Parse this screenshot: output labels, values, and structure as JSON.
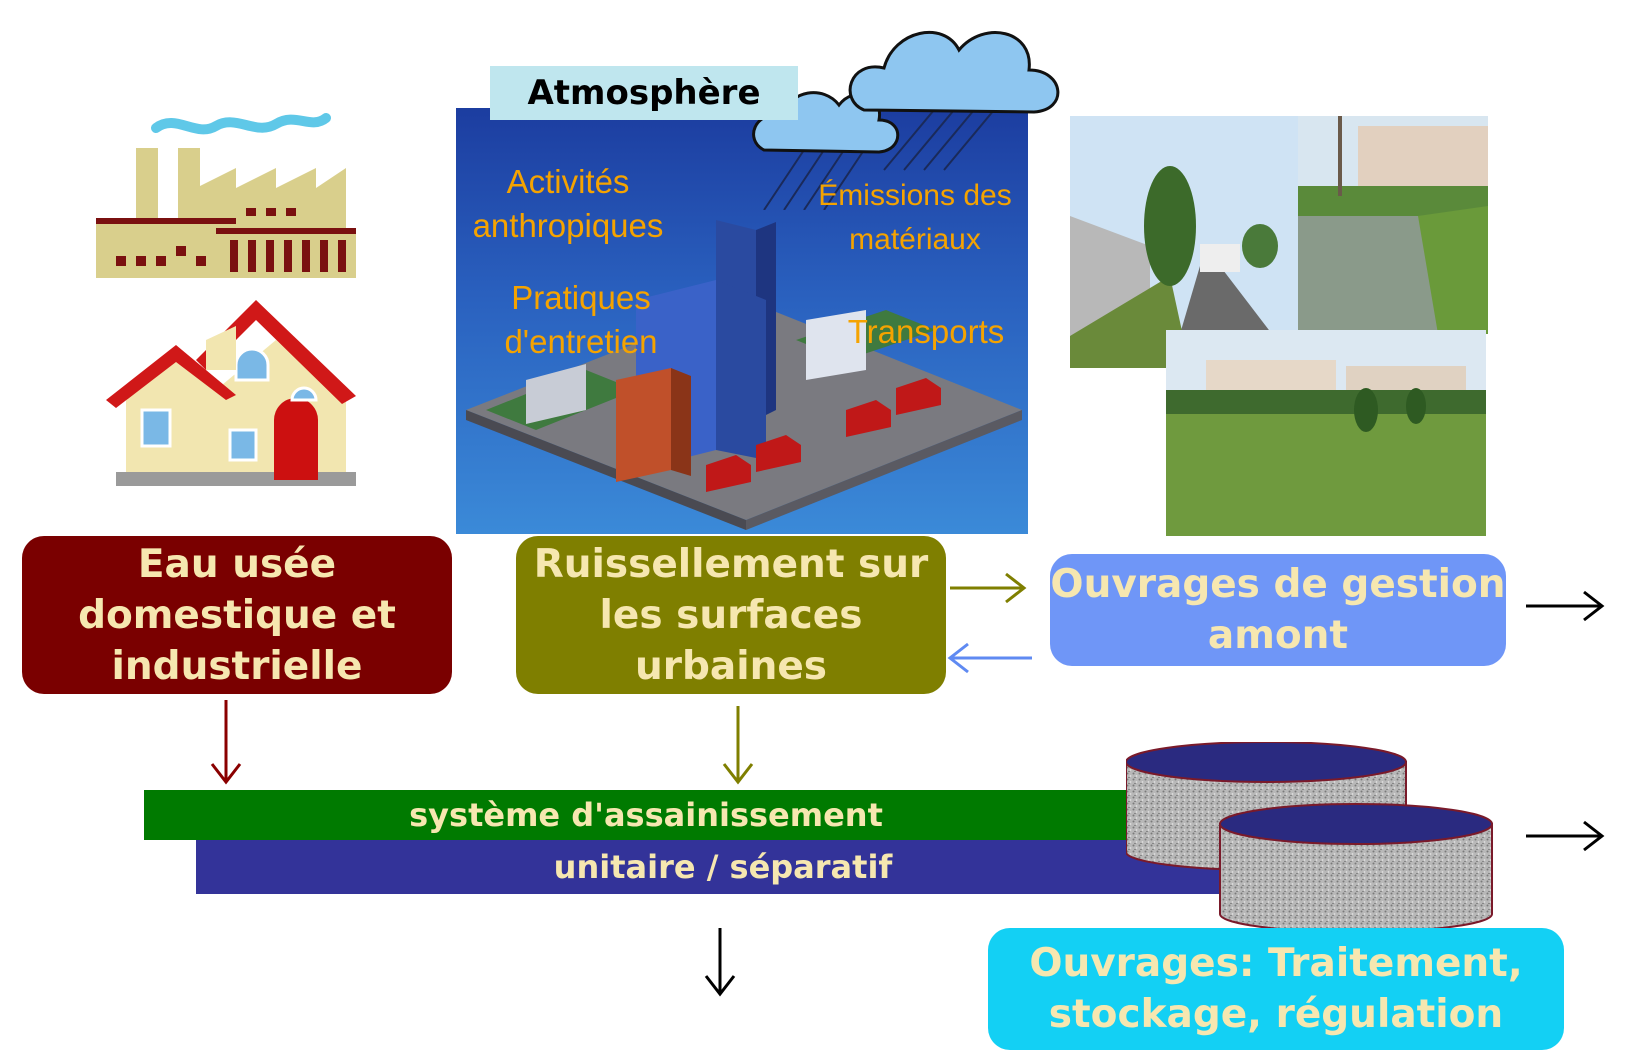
{
  "atmosphere": {
    "title": "Atmosphère",
    "sources": {
      "activites": "Activités anthropiques",
      "emissions": "Émissions des matériaux",
      "pratiques": "Pratiques d'entretien",
      "transports": "Transports"
    }
  },
  "boxes": {
    "eau_usee": "Eau usée domestique et industrielle",
    "ruissellement": "Ruissellement sur les surfaces urbaines",
    "amont": "Ouvrages de gestion amont",
    "traitement": "Ouvrages: Traitement, stockage, régulation"
  },
  "network": {
    "line1": "système d'assainissement",
    "line2": "unitaire / séparatif"
  },
  "colors": {
    "eau_usee": "#7a0000",
    "ruissellement": "#7f7f00",
    "amont": "#6f96f7",
    "traitement": "#13d0f4",
    "network_green": "#007a00",
    "network_blue": "#333399",
    "atmo_text": "#f5a300"
  }
}
